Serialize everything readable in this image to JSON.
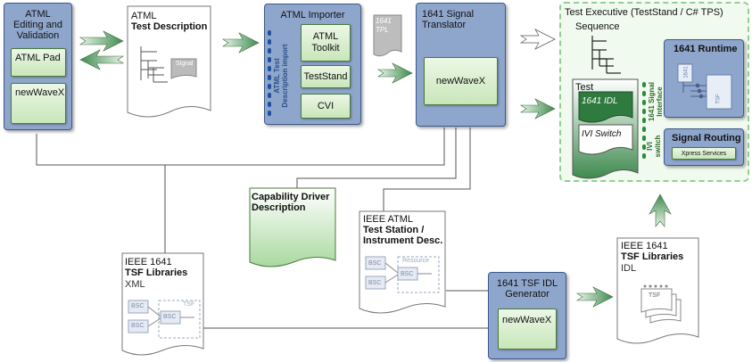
{
  "atml_editing": {
    "title": "ATML\nEditing and\nValidation",
    "tools": [
      "ATML Pad",
      "newWaveX"
    ]
  },
  "test_description": {
    "title_line1": "ATML",
    "title_line2": "Test Description",
    "signal_label": "Signal"
  },
  "atml_importer": {
    "title": "ATML Importer",
    "vertical_label": "ATML Test\nDescription import",
    "tools": [
      "ATML\nToolkit",
      "TestStand",
      "CVI"
    ]
  },
  "tpl_doc": {
    "label": "1641\nTPL"
  },
  "signal_translator": {
    "title": "1641 Signal\nTranslator",
    "tool": "newWaveX"
  },
  "test_executive": {
    "title": "Test Executive (TestStand / C# TPS)",
    "sequence_label": "Sequence",
    "test_label": "Test",
    "idl_label": "1641 IDL",
    "ivi_switch_label": "IVI Switch",
    "signal_interface_label": "1641 Signal\nInterface",
    "ivi_vertical_label": "IVI\nswitch",
    "runtime_title": "1641 Runtime",
    "runtime_1641": "1641",
    "runtime_tsf": "TSF",
    "routing_title": "Signal Routing",
    "routing_tool": "Xpress Services"
  },
  "capability_driver": {
    "label": "Capability Driver\nDescription"
  },
  "test_station": {
    "line1": "IEEE ATML",
    "line2": "Test Station /\nInstrument Desc.",
    "resource_label": "Resource",
    "bsc": "BSC"
  },
  "tsf_libraries_xml": {
    "line1": "IEEE 1641",
    "line2": "TSF Libraries",
    "line3": "XML",
    "tsf_label": "TSF",
    "bsc": "BSC"
  },
  "idl_generator": {
    "title": "1641 TSF IDL\nGenerator",
    "tool": "newWaveX"
  },
  "tsf_libraries_idl": {
    "line1": "IEEE 1641",
    "line2": "TSF Libraries",
    "line3": "IDL",
    "tsf_label": "TSF"
  },
  "colors": {
    "block_blue": "#8fa6cc",
    "tool_green": "#c9e6b9",
    "arrow_green": "#3f8a4f",
    "executive_border": "#8fd08f"
  }
}
